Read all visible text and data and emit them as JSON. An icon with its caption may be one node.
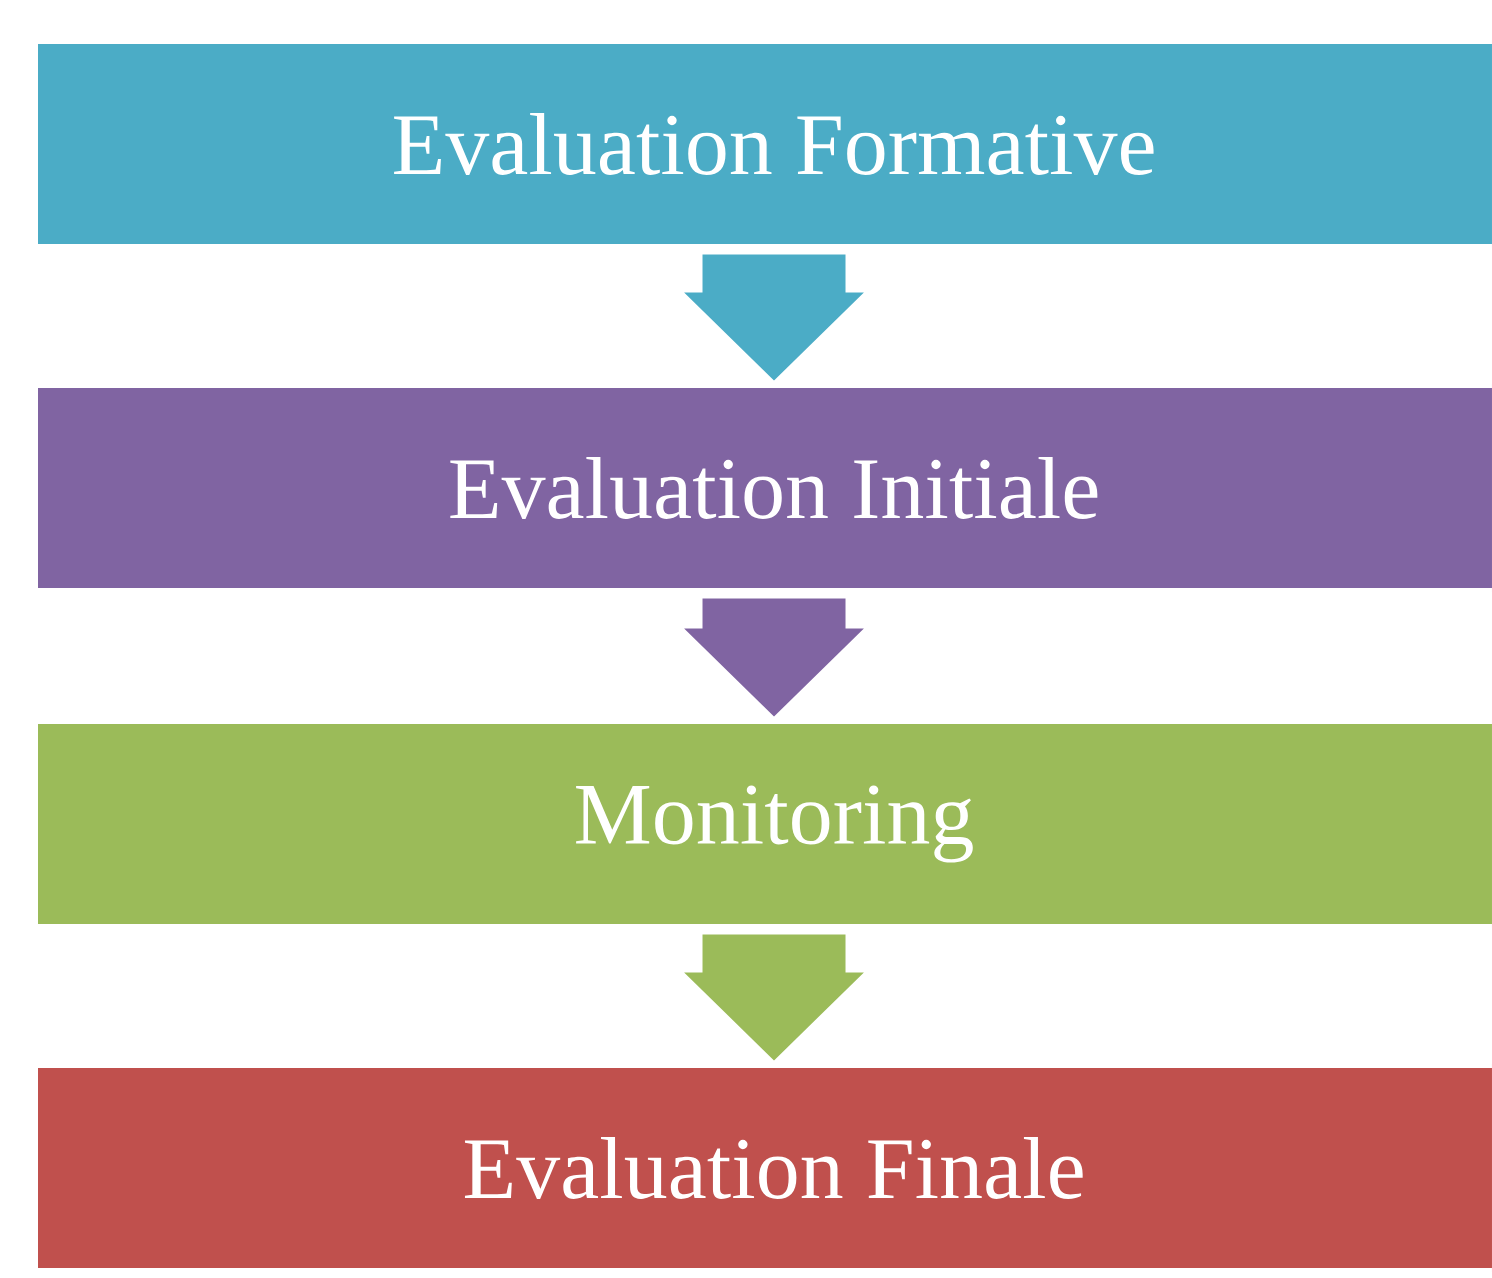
{
  "diagram": {
    "nodes": [
      {
        "text": [
          "Evaluation Formative"
        ]
      },
      {
        "text": [
          "Evaluation Initiale"
        ]
      },
      {
        "text": [
          "Monitoring"
        ]
      },
      {
        "text": [
          "Evaluation Finale"
        ]
      }
    ],
    "edges": [
      {
        "from": 0,
        "to": 1,
        "arrow": "to",
        "color": "#4bacc6"
      },
      {
        "from": 1,
        "to": 2,
        "arrow": "to",
        "color": "#8064a2"
      },
      {
        "from": 2,
        "to": 3,
        "arrow": "to",
        "color": "#9bbb59"
      }
    ]
  }
}
